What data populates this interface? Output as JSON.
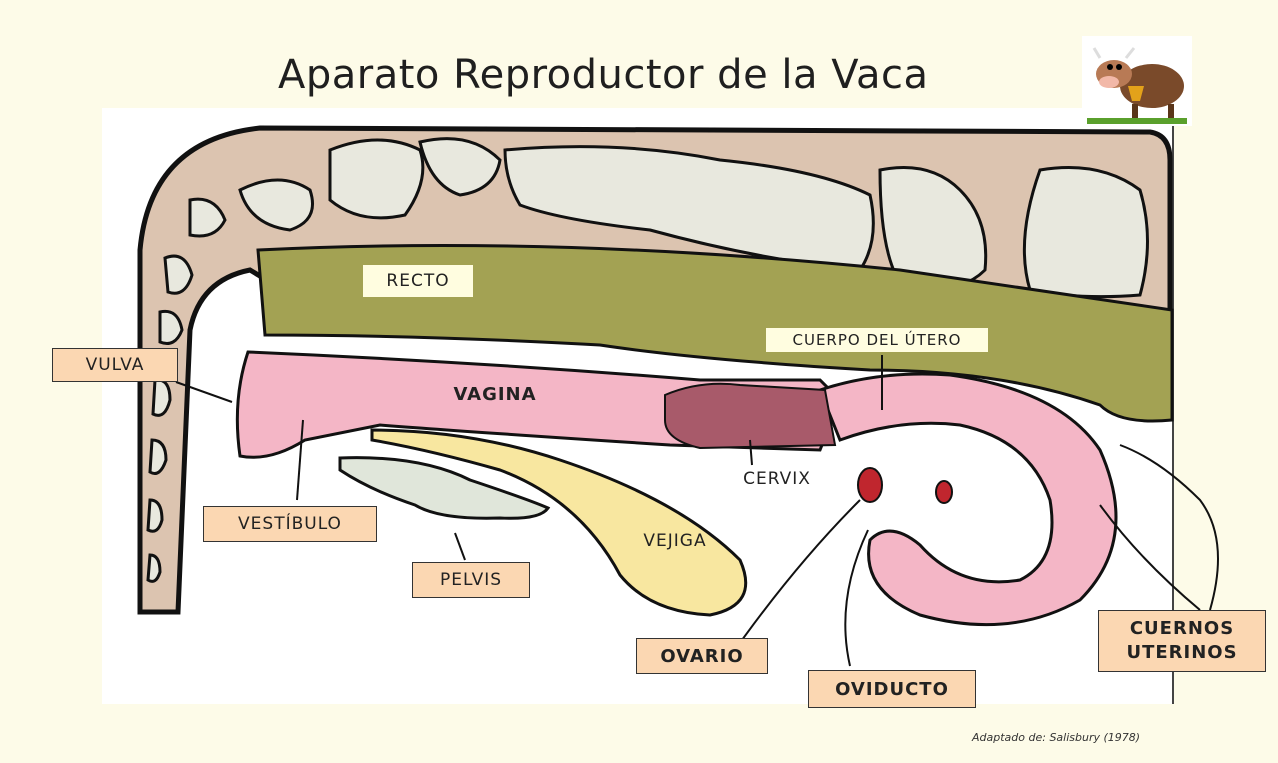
{
  "title": "Aparato Reproductor de la Vaca",
  "labels": {
    "recto": "RECTO",
    "cuerpo_utero": "CUERPO DEL ÚTERO",
    "vulva": "VULVA",
    "vagina": "VAGINA",
    "cervix": "CERVIX",
    "vestibulo": "VESTÍBULO",
    "vejiga": "VEJIGA",
    "pelvis": "PELVIS",
    "ovario": "OVARIO",
    "oviducto": "OVIDUCTO",
    "cuernos_line1": "CUERNOS",
    "cuernos_line2": "UTERINOS"
  },
  "caption": "Adaptado de: Salisbury (1978)",
  "colors": {
    "spine": "#dcc4b0",
    "vertebra": "#e8e8de",
    "rectum": "#a3a253",
    "vagina": "#f4b6c6",
    "cervix": "#a85a6a",
    "bladder": "#f8e7a0",
    "label_box": "#fbd7b2",
    "ovary": "#c0262e"
  },
  "icons": {
    "mascot": "cow-cartoon-icon"
  }
}
